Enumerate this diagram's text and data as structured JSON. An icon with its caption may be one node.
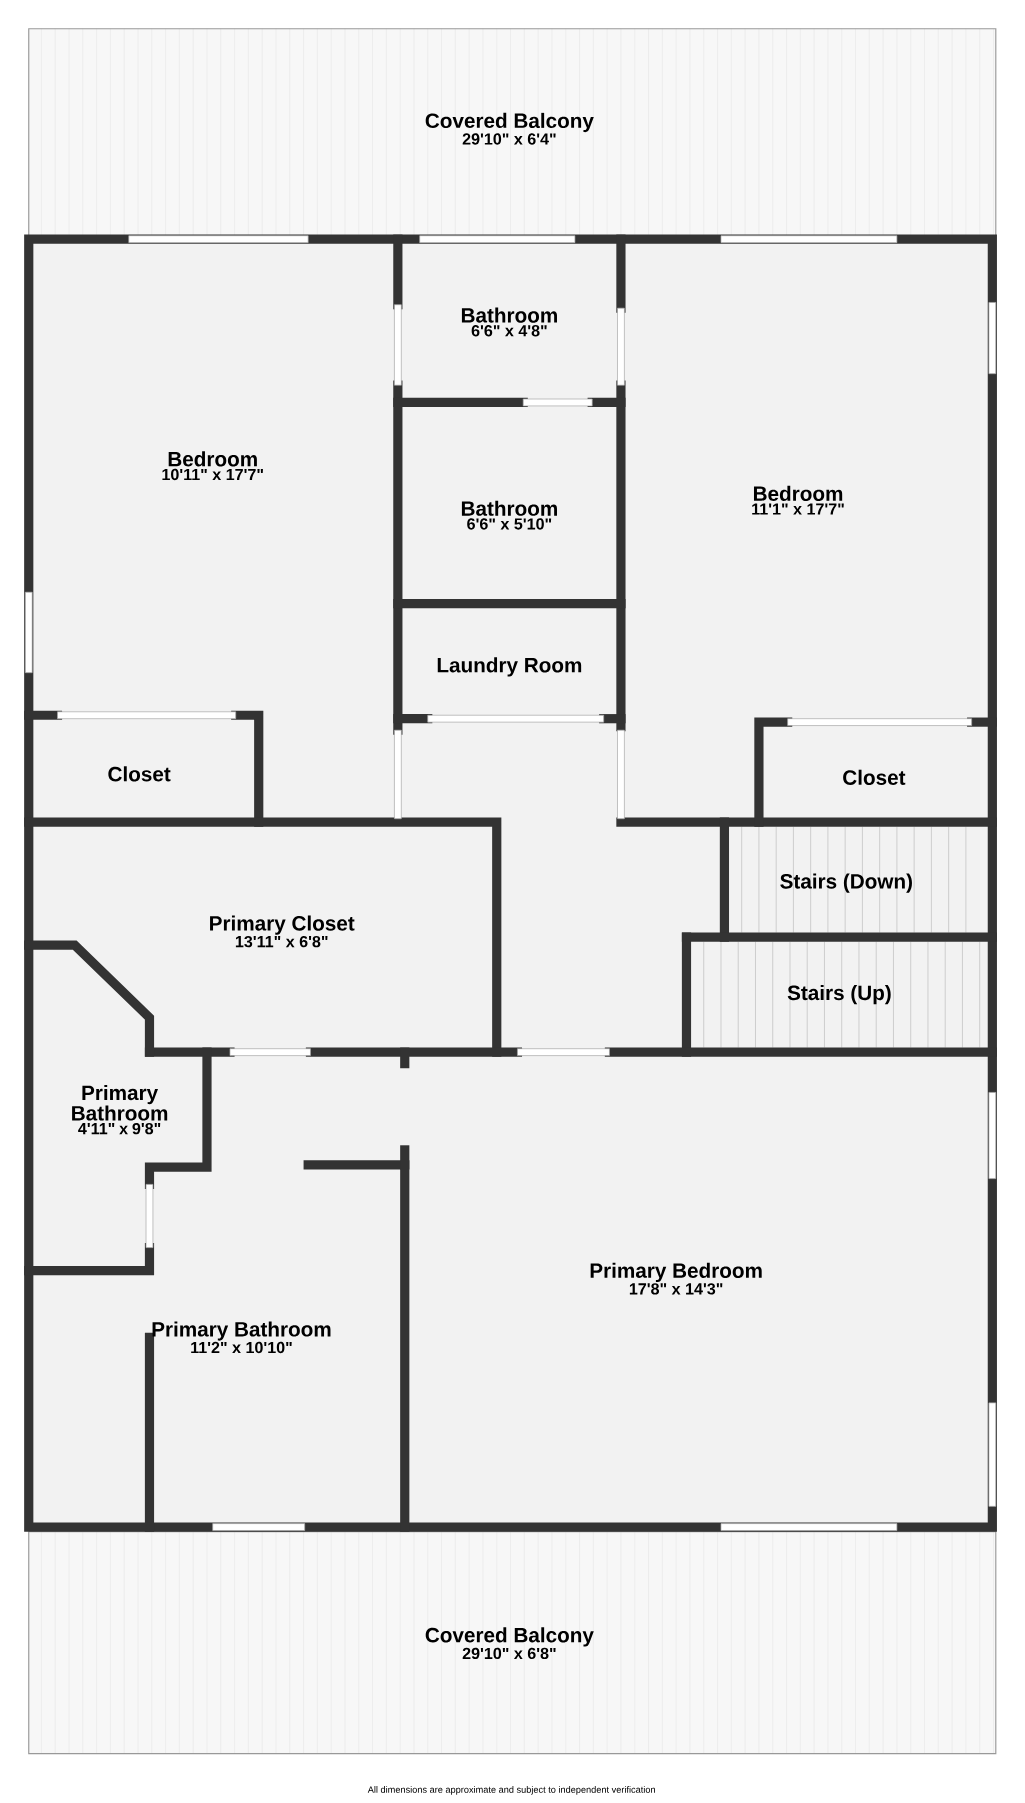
{
  "diagram": {
    "nodes": [
      {
        "text": [
          "Covered Balcony",
          "29'10\" x 6'4\""
        ]
      },
      {
        "text": [
          "Bedroom",
          "10'11\" x 17'7\""
        ]
      },
      {
        "text": [
          "Bathroom",
          "6'6\" x 4'8\""
        ]
      },
      {
        "text": [
          "Bedroom",
          "11'1\" x 17'7\""
        ]
      },
      {
        "text": [
          "Bathroom",
          "6'6\" x 5'10\""
        ]
      },
      {
        "text": [
          "Laundry Room"
        ]
      },
      {
        "text": [
          "Closet"
        ]
      },
      {
        "text": [
          "Closet"
        ]
      },
      {
        "text": [
          "Stairs (Down)"
        ]
      },
      {
        "text": [
          "Primary Closet",
          "13'11\" x 6'8\""
        ]
      },
      {
        "text": [
          "Stairs (Up)"
        ]
      },
      {
        "text": [
          "Primary Bathroom",
          "4'11\" x 9'8\""
        ]
      },
      {
        "text": [
          "Primary Bedroom",
          "17'8\" x 14'3\""
        ]
      },
      {
        "text": [
          "Primary Bathroom",
          "11'2\" x 10'10\""
        ]
      },
      {
        "text": [
          "Covered Balcony",
          "29'10\" x 6'8\""
        ]
      }
    ],
    "labels": [
      "All dimensions are approximate and subject to independent verification"
    ]
  }
}
